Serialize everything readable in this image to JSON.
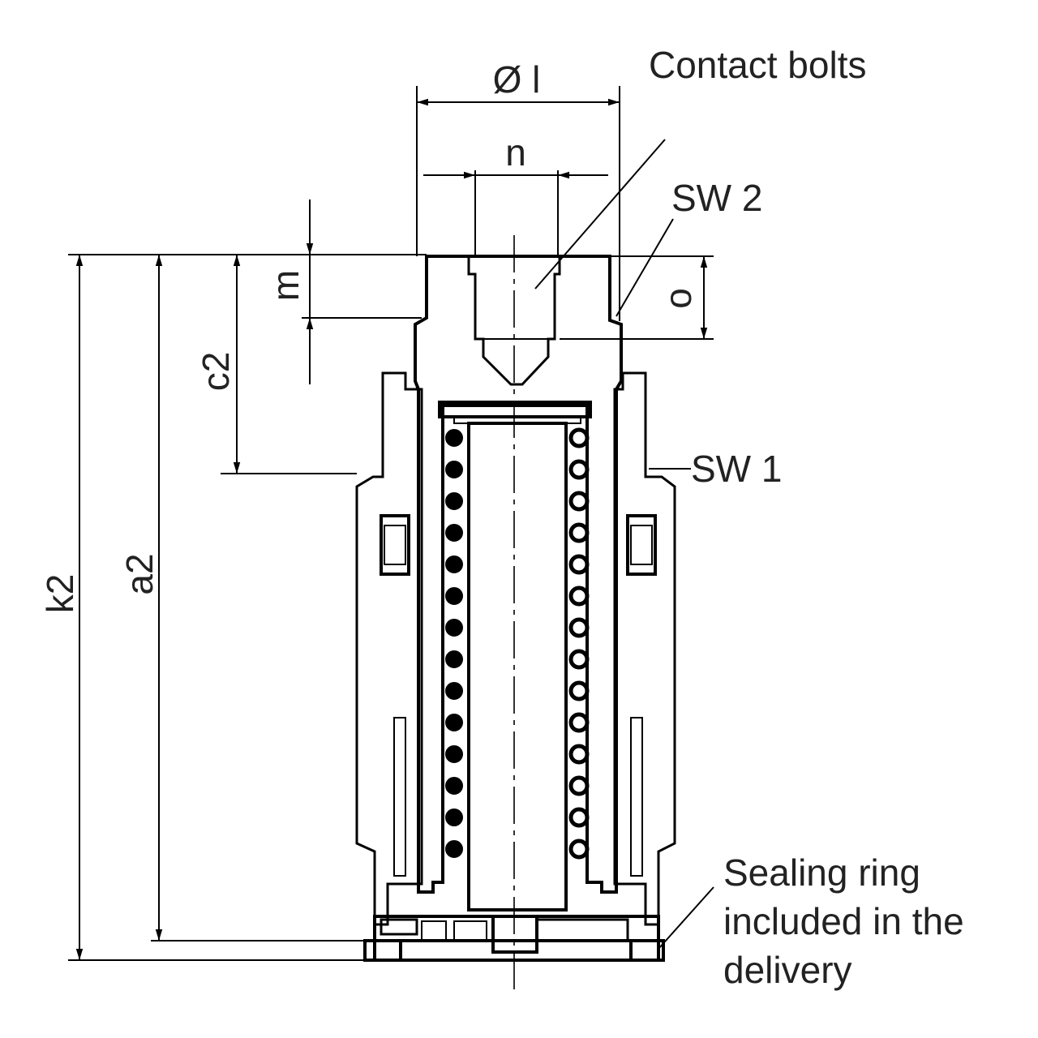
{
  "labels": {
    "dia_l": "Ø l",
    "n": "n",
    "m": "m",
    "o": "o",
    "c2": "c2",
    "a2": "a2",
    "k2": "k2",
    "contact_bolts": "Contact bolts",
    "sw2": "SW 2",
    "sw1": "SW 1",
    "sealing_line1": "Sealing ring",
    "sealing_line2": "included in the",
    "sealing_line3": "delivery"
  }
}
